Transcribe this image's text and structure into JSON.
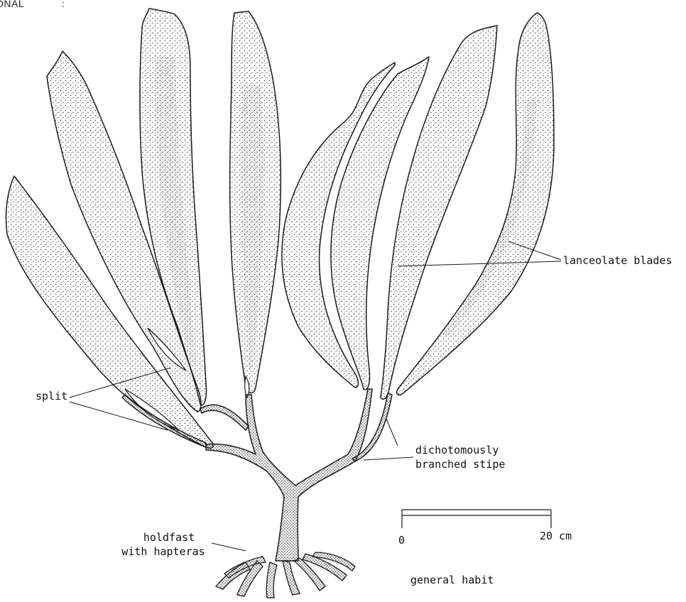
{
  "header": {
    "text": "ONAL",
    "colon": ":"
  },
  "labels": {
    "lanceolate_blades": "lanceolate blades",
    "split": "split",
    "dichotomously": "dichotomously",
    "branched_stipe": "branched stipe",
    "holdfast": "holdfast",
    "with_hapteras": "with hapteras",
    "general_habit": "general habit"
  },
  "scale_bar": {
    "start_label": "0",
    "end_label": "20 cm"
  },
  "colors": {
    "ink": "#1a1a1a",
    "stipple": "#3a3a3a",
    "paper": "#ffffff"
  }
}
